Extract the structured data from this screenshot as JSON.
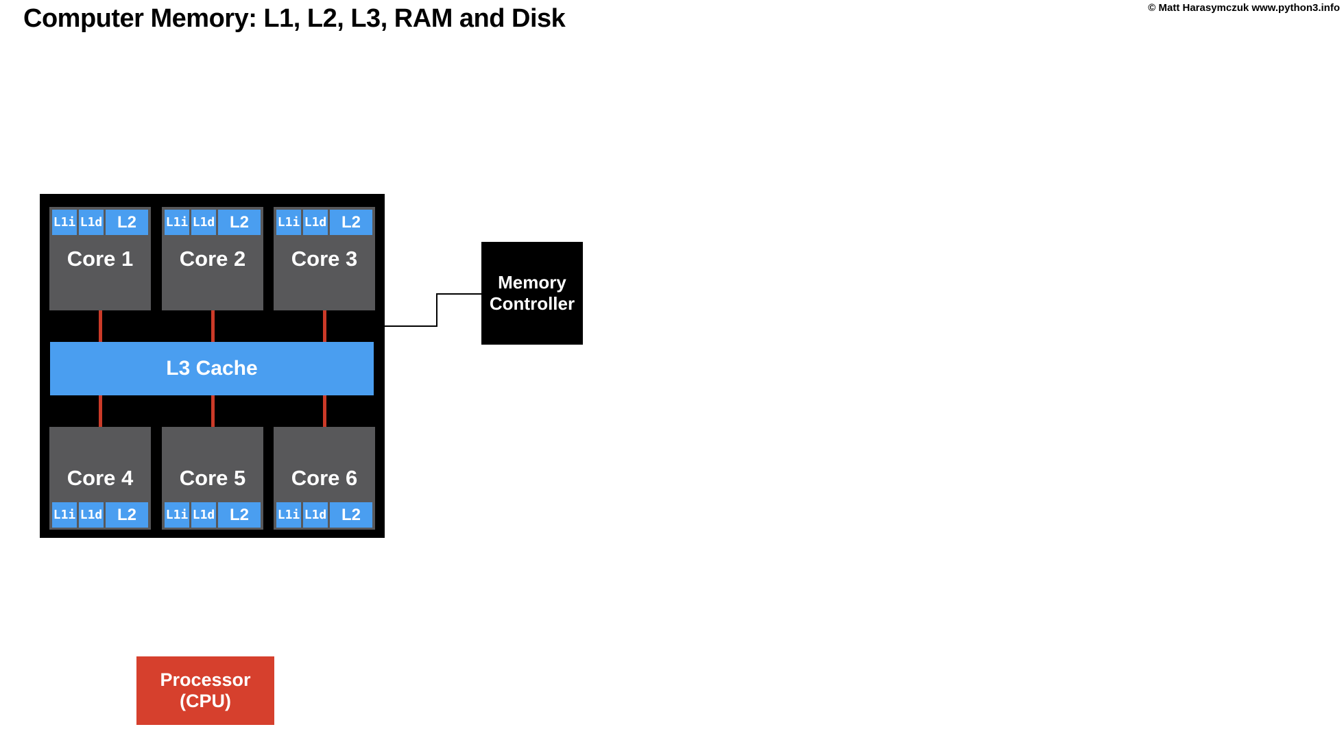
{
  "header": {
    "title": "Computer Memory: L1, L2, L3, RAM and Disk",
    "copyright": "© Matt Harasymczuk www.python3.info"
  },
  "colors": {
    "cache_blue": "#4a9ef0",
    "core_gray": "#58585a",
    "die_black": "#000000",
    "bus_red": "#cb3a28",
    "processor_red": "#d6402d",
    "text_white": "#ffffff",
    "background": "#ffffff"
  },
  "diagram": {
    "cores": [
      {
        "label": "Core 1",
        "l1i": "L1i",
        "l1d": "L1d",
        "l2": "L2"
      },
      {
        "label": "Core 2",
        "l1i": "L1i",
        "l1d": "L1d",
        "l2": "L2"
      },
      {
        "label": "Core 3",
        "l1i": "L1i",
        "l1d": "L1d",
        "l2": "L2"
      },
      {
        "label": "Core 4",
        "l1i": "L1i",
        "l1d": "L1d",
        "l2": "L2"
      },
      {
        "label": "Core 5",
        "l1i": "L1i",
        "l1d": "L1d",
        "l2": "L2"
      },
      {
        "label": "Core 6",
        "l1i": "L1i",
        "l1d": "L1d",
        "l2": "L2"
      }
    ],
    "l3_cache": {
      "label": "L3 Cache"
    },
    "memory_controller": {
      "line1": "Memory",
      "line2": "Controller"
    },
    "processor": {
      "line1": "Processor",
      "line2": "(CPU)"
    }
  }
}
